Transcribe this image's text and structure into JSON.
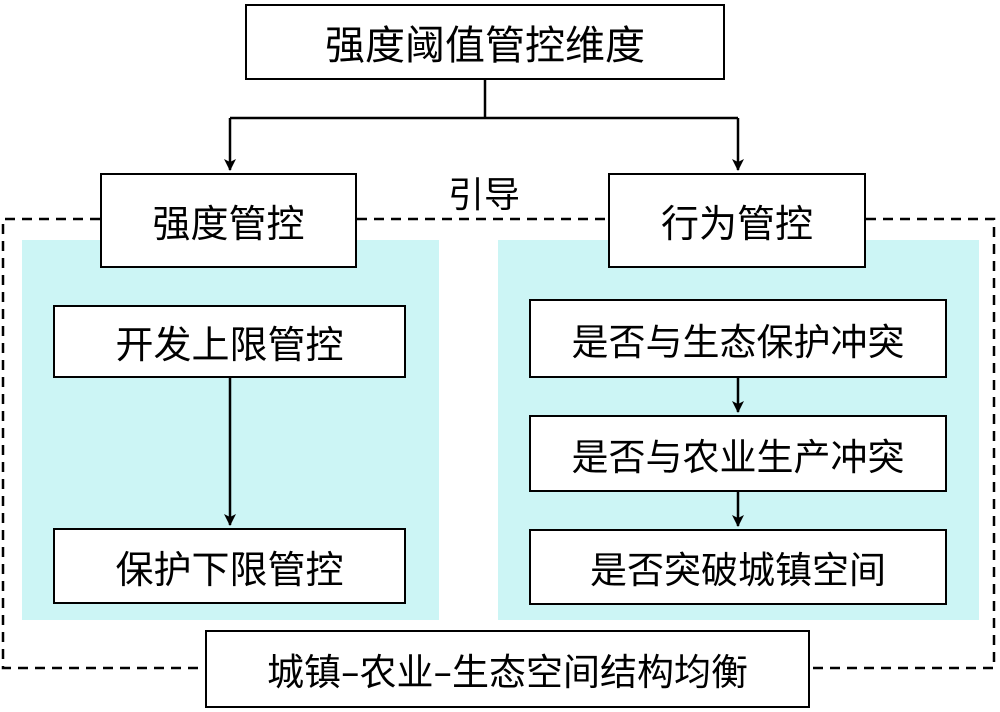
{
  "colors": {
    "panel": "#ccf5f5",
    "line": "#000000",
    "box_fill": "#ffffff"
  },
  "nodes": {
    "top": "强度阈值管控维度",
    "left_head": "强度管控",
    "right_head": "行为管控",
    "guide_label": "引导",
    "left_1": "开发上限管控",
    "left_2": "保护下限管控",
    "right_1": "是否与生态保护冲突",
    "right_2": "是否与农业生产冲突",
    "right_3": "是否突破城镇空间",
    "bottom": "城镇–农业–生态空间结构均衡"
  }
}
